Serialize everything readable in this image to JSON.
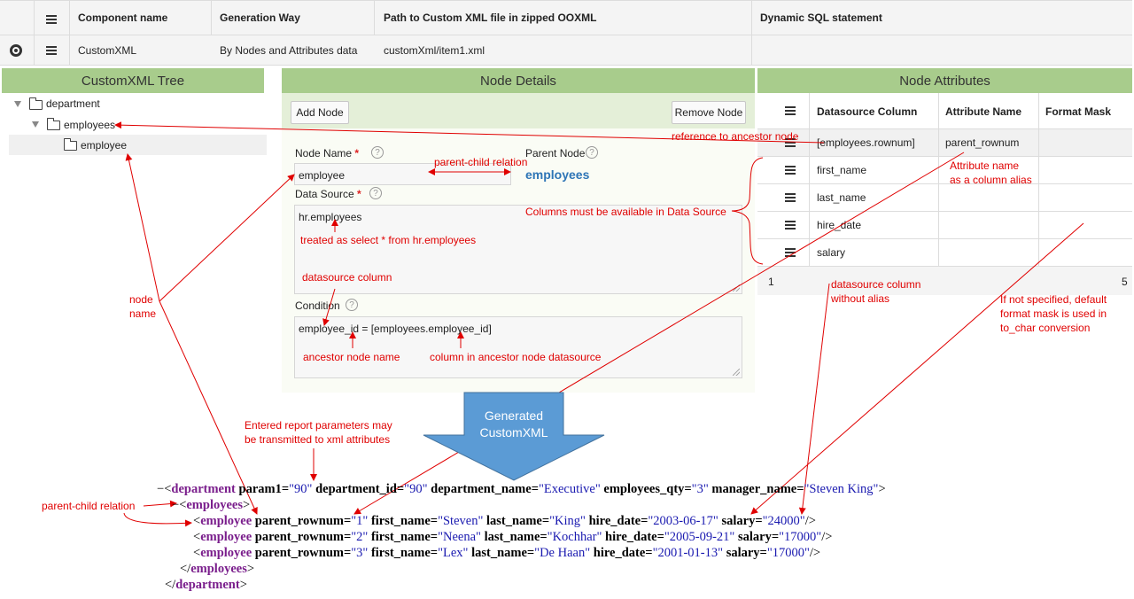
{
  "top_grid": {
    "headers": [
      "Component name",
      "Generation Way",
      "Path to Custom XML file in zipped OOXML",
      "Dynamic SQL statement"
    ],
    "row": [
      "CustomXML",
      "By Nodes and Attributes data",
      "customXml/item1.xml",
      ""
    ]
  },
  "panels": {
    "tree_title": "CustomXML Tree",
    "details_title": "Node Details",
    "attributes_title": "Node Attributes"
  },
  "tree": {
    "items": [
      "department",
      "employees",
      "employee"
    ]
  },
  "details": {
    "add_button": "Add Node",
    "remove_button": "Remove Node",
    "node_name_label": "Node Name",
    "required_mark": "*",
    "help_glyph": "?",
    "node_name_value": "employee",
    "parent_node_label": "Parent Node",
    "parent_node_value": "employees",
    "data_source_label": "Data Source",
    "data_source_value": "hr.employees",
    "condition_label": "Condition",
    "condition_value": "employee_id = [employees.employee_id]"
  },
  "attributes": {
    "headers": [
      "Datasource Column",
      "Attribute Name",
      "Format Mask"
    ],
    "rows": [
      {
        "column": "[employees.rownum]",
        "name": "parent_rownum",
        "mask": ""
      },
      {
        "column": "first_name",
        "name": "",
        "mask": ""
      },
      {
        "column": "last_name",
        "name": "",
        "mask": ""
      },
      {
        "column": "hire_date",
        "name": "",
        "mask": ""
      },
      {
        "column": "salary",
        "name": "",
        "mask": ""
      }
    ],
    "pager_left": "1",
    "pager_right": "5"
  },
  "annotations": {
    "reference": "reference to ancestor node",
    "parent_child": "parent-child relation",
    "attr_alias_1": "Attribute name",
    "attr_alias_2": "as a column alias",
    "columns_available": "Columns must be available in Data Source",
    "treated_as": "treated as select * from hr.employees",
    "ds_column": "datasource column",
    "node_name_1": "node",
    "node_name_2": "name",
    "ds_no_alias_1": "datasource column",
    "ds_no_alias_2": "without alias",
    "mask_1": "If not specified, default",
    "mask_2": "format mask is used in",
    "mask_3": "to_char conversion",
    "ancestor_node_name": "ancestor node name",
    "ancestor_column": "column in ancestor node datasource",
    "report_params_1": "Entered report parameters may",
    "report_params_2": "be transmitted to xml attributes",
    "generated_1": "Generated",
    "generated_2": "CustomXML",
    "parent_child_left": "parent-child relation"
  },
  "xml": {
    "dash": "−",
    "lt": "<",
    "gt": ">",
    "end_empty": "/>",
    "close_open": "</",
    "department": "department",
    "employees": "employees",
    "employee": "employee",
    "attr_eq_param1": "param1=",
    "val_param1": "\"90\"",
    "attr_eq_dept_id": "department_id=",
    "val_dept_id": "\"90\"",
    "attr_eq_dept_name": "department_name=",
    "val_dept_name": "\"Executive\"",
    "attr_eq_qty": "employees_qty=",
    "val_qty": "\"3\"",
    "attr_eq_manager": "manager_name=",
    "val_manager": "\"Steven King\"",
    "attr_eq_rownum": "parent_rownum=",
    "attr_eq_first": "first_name=",
    "attr_eq_last": "last_name=",
    "attr_eq_hire": "hire_date=",
    "attr_eq_salary": "salary=",
    "employees_rows": [
      {
        "rownum": "\"1\"",
        "first": "\"Steven\"",
        "last": "\"King\"",
        "hire": "\"2003-06-17\"",
        "salary": "\"24000\""
      },
      {
        "rownum": "\"2\"",
        "first": "\"Neena\"",
        "last": "\"Kochhar\"",
        "hire": "\"2005-09-21\"",
        "salary": "\"17000\""
      },
      {
        "rownum": "\"3\"",
        "first": "\"Lex\"",
        "last": "\"De Haan\"",
        "hire": "\"2001-01-13\"",
        "salary": "\"17000\""
      }
    ]
  },
  "colors": {
    "panel_header": "#a8cc8c",
    "annotation": "#e00000",
    "arrow_fill": "#5b9bd5",
    "xml_tag": "#7a1e8c",
    "xml_value": "#1a1ab0",
    "parent_node_value": "#2e75b6"
  },
  "icons": [
    "hamburger-icon",
    "radio-icon",
    "folder-icon",
    "expand-triangle-icon",
    "help-icon"
  ]
}
